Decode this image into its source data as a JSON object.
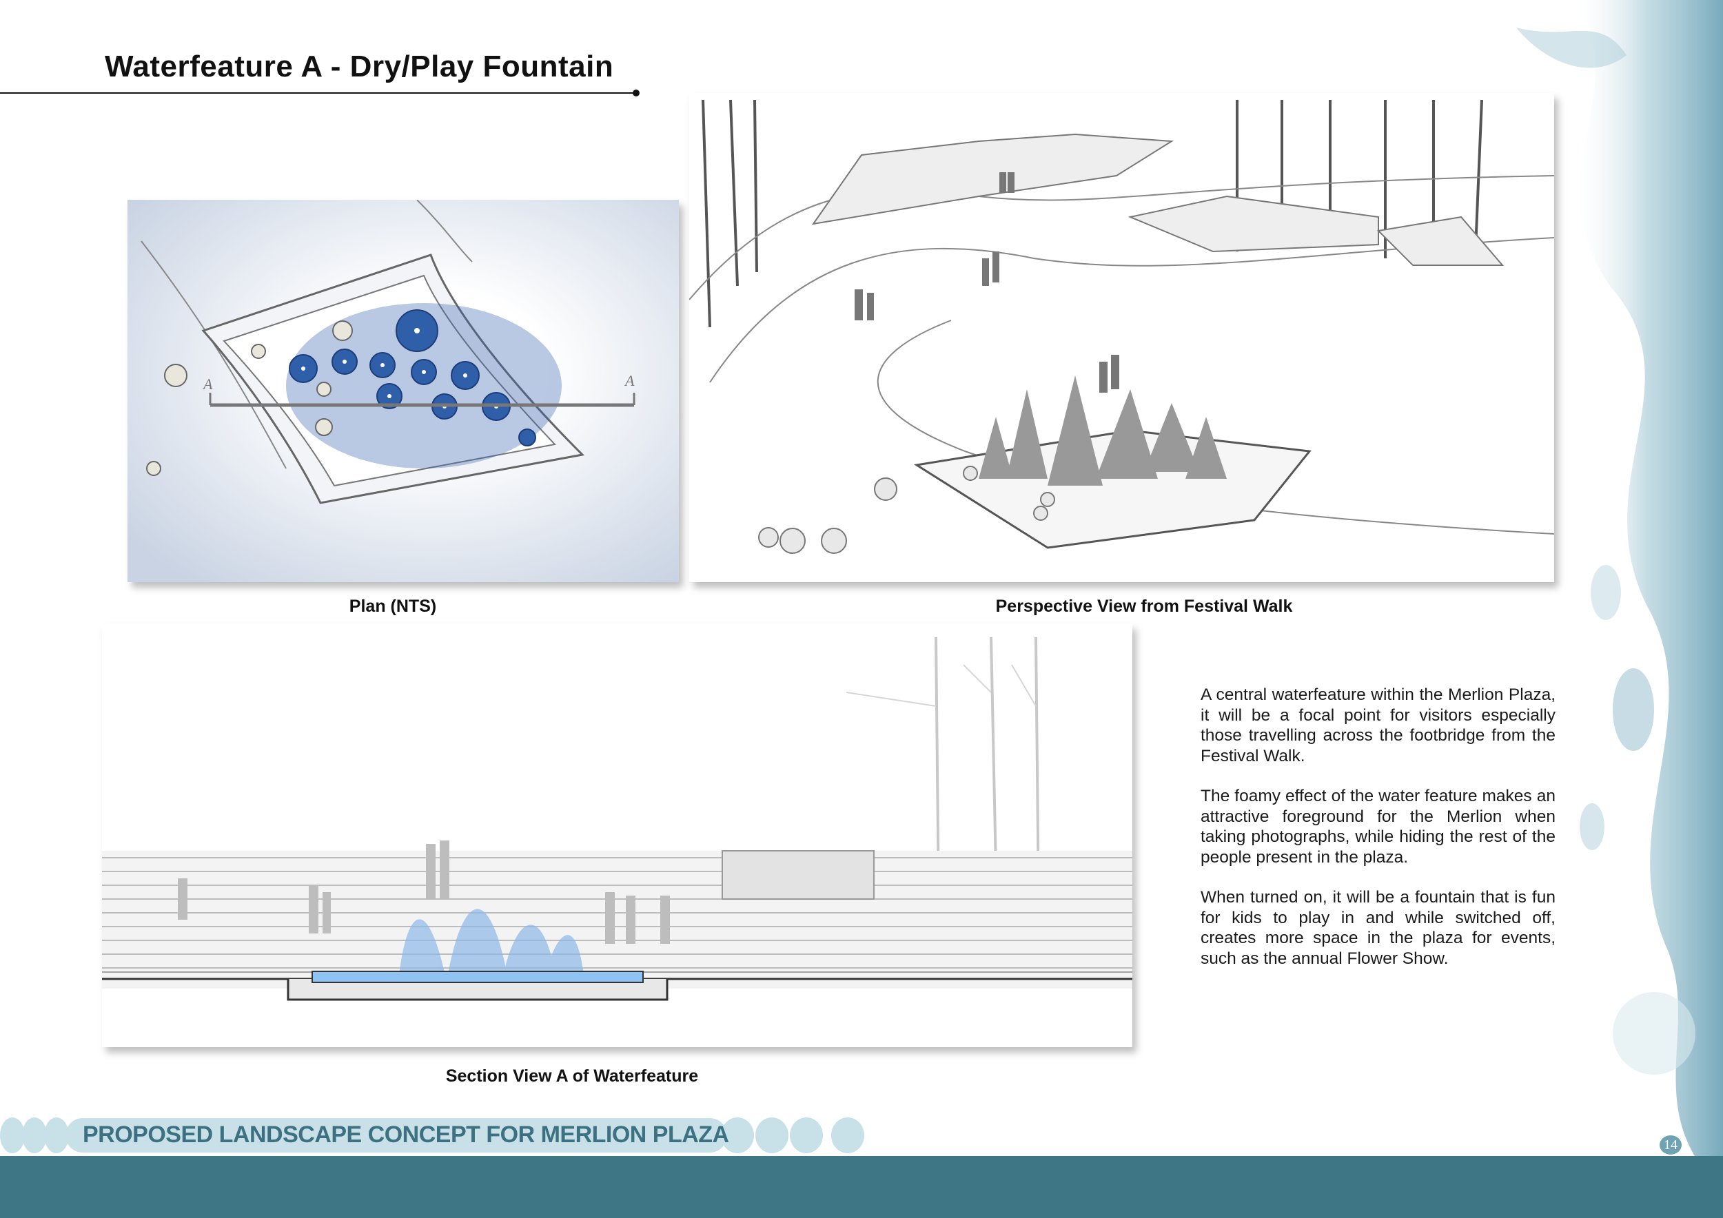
{
  "header": {
    "title": "Waterfeature A - Dry/Play Fountain"
  },
  "figures": {
    "plan": {
      "caption": "Plan (NTS)",
      "section_marker_left": "A",
      "section_marker_right": "A"
    },
    "perspective": {
      "caption": "Perspective View from Festival Walk"
    },
    "section": {
      "caption": "Section View A of Waterfeature"
    }
  },
  "description": {
    "paragraphs": [
      "A central waterfeature within the Merlion Plaza, it will be a focal point for visitors especially those travelling across the footbridge from the Festival Walk.",
      "The foamy effect of the water feature makes an attractive foreground for the Merlion when taking photographs, while hiding the rest of the people present in the plaza.",
      "When turned on, it will be a fountain that is fun for kids to play in and while switched off, creates more space in the plaza for events, such as the annual Flower Show."
    ]
  },
  "footer": {
    "title": "PROPOSED LANDSCAPE CONCEPT FOR MERLION PLAZA",
    "page_number": "14"
  },
  "colors": {
    "accent": "#3e7686",
    "footer_text": "#3b7181",
    "water_blue": "#2f5fa8"
  }
}
